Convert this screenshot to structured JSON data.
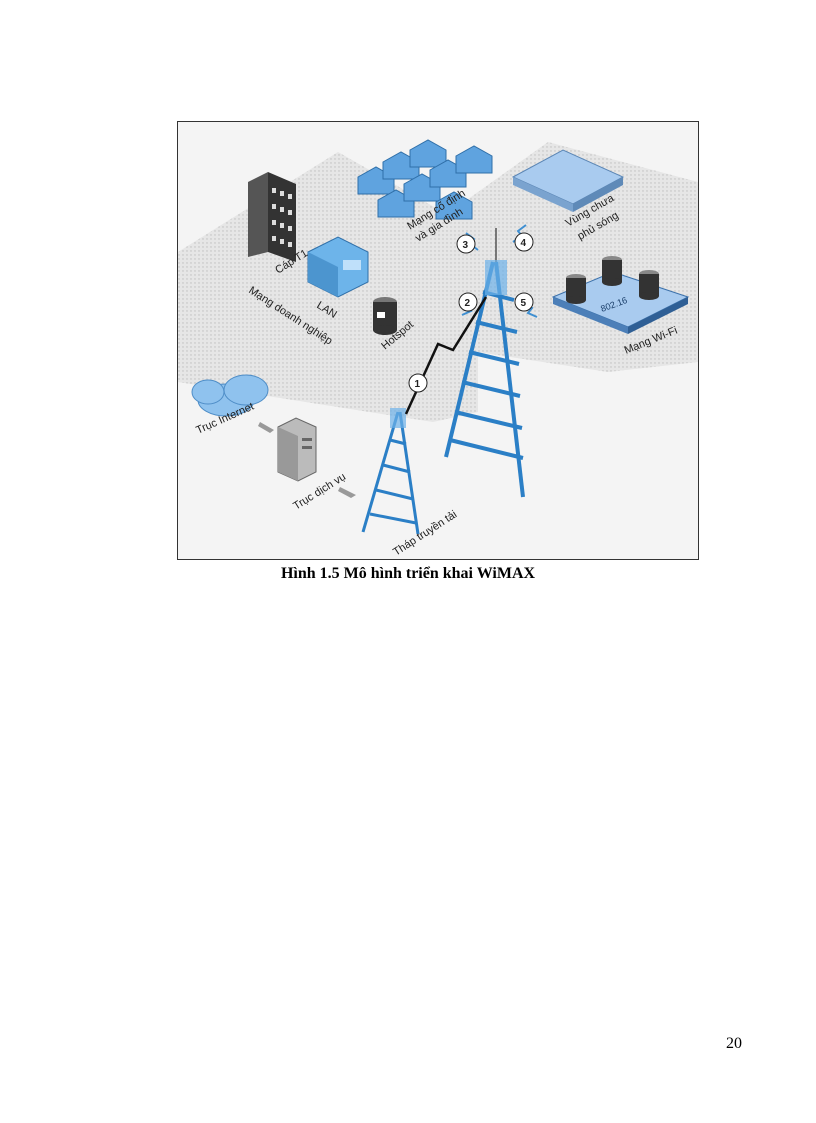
{
  "figure": {
    "labels": {
      "mang_co_dinh_line1": "Mạng cố định",
      "mang_co_dinh_line2": "và gia đình",
      "vung_chua_line1": "Vùng chưa",
      "vung_chua_line2": "phủ sóng",
      "cap_t1": "Cáp T1",
      "lan": "LAN",
      "mang_doanh_nghiep": "Mạng doanh nghiệp",
      "hotspot": "Hotspot",
      "mang_wifi": "Mạng Wi-Fi",
      "standard": "802.16",
      "truc_internet": "Trục Internet",
      "truc_dich_vu": "Trục dịch vụ",
      "thap_truyen_tai": "Tháp truyền tải"
    },
    "links": [
      "1",
      "2",
      "3",
      "4",
      "5"
    ]
  },
  "caption": "Hình 1.5 Mô hình triển khai WiMAX",
  "page_number": "20"
}
